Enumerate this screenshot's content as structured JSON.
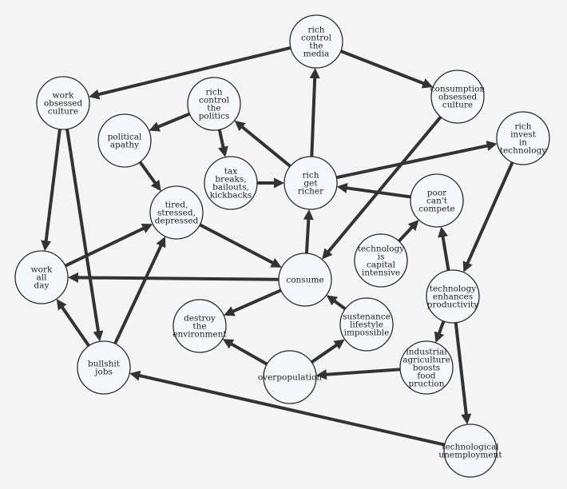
{
  "nodes": [
    {
      "id": "rich_media",
      "lines": [
        "rich",
        "control",
        "the",
        "media"
      ]
    },
    {
      "id": "work_obsessed",
      "lines": [
        "work",
        "obsessed",
        "culture"
      ]
    },
    {
      "id": "consumption_obsessed",
      "lines": [
        "consumption",
        "obsessed",
        "culture"
      ]
    },
    {
      "id": "rich_politics",
      "lines": [
        "rich",
        "control",
        "the",
        "politics"
      ]
    },
    {
      "id": "political_apathy",
      "lines": [
        "political",
        "apathy"
      ]
    },
    {
      "id": "rich_invest",
      "lines": [
        "rich",
        "invest",
        "in",
        "technology"
      ]
    },
    {
      "id": "tax_breaks",
      "lines": [
        "tax",
        "breaks,",
        "bailouts,",
        "kickbacks"
      ]
    },
    {
      "id": "rich_richer",
      "lines": [
        "rich",
        "get",
        "richer"
      ]
    },
    {
      "id": "tired",
      "lines": [
        "tired,",
        "stressed,",
        "depressed"
      ]
    },
    {
      "id": "poor_compete",
      "lines": [
        "poor",
        "can't",
        "compete"
      ]
    },
    {
      "id": "tech_capital",
      "lines": [
        "technology",
        "is",
        "capital",
        "intensive"
      ]
    },
    {
      "id": "work_all_day",
      "lines": [
        "work",
        "all",
        "day"
      ]
    },
    {
      "id": "consume",
      "lines": [
        "consume"
      ]
    },
    {
      "id": "tech_productivity",
      "lines": [
        "technology",
        "enhances",
        "productivity"
      ]
    },
    {
      "id": "destroy_env",
      "lines": [
        "destroy",
        "the",
        "environment"
      ]
    },
    {
      "id": "sustenance",
      "lines": [
        "sustenance",
        "lifestyle",
        "impossible"
      ]
    },
    {
      "id": "industrial_ag",
      "lines": [
        "industrial",
        "agriculture",
        "boosts",
        "food",
        "pruction"
      ]
    },
    {
      "id": "bullshit_jobs",
      "lines": [
        "bullshit",
        "jobs"
      ]
    },
    {
      "id": "overpopulation",
      "lines": [
        "overpopulation"
      ]
    },
    {
      "id": "tech_unemployment",
      "lines": [
        "technological",
        "unemployment"
      ]
    }
  ],
  "edges": [
    [
      "rich_media",
      "work_obsessed"
    ],
    [
      "rich_media",
      "consumption_obsessed"
    ],
    [
      "rich_politics",
      "political_apathy"
    ],
    [
      "rich_politics",
      "tax_breaks"
    ],
    [
      "tax_breaks",
      "rich_richer"
    ],
    [
      "rich_richer",
      "rich_media"
    ],
    [
      "rich_richer",
      "rich_politics"
    ],
    [
      "rich_richer",
      "rich_invest"
    ],
    [
      "political_apathy",
      "tired"
    ],
    [
      "tired",
      "consume"
    ],
    [
      "work_obsessed",
      "work_all_day"
    ],
    [
      "work_obsessed",
      "bullshit_jobs"
    ],
    [
      "work_all_day",
      "tired"
    ],
    [
      "consume",
      "work_all_day"
    ],
    [
      "consume",
      "rich_richer"
    ],
    [
      "consume",
      "destroy_env"
    ],
    [
      "consumption_obsessed",
      "consume"
    ],
    [
      "poor_compete",
      "rich_richer"
    ],
    [
      "tech_capital",
      "poor_compete"
    ],
    [
      "rich_invest",
      "tech_productivity"
    ],
    [
      "tech_productivity",
      "poor_compete"
    ],
    [
      "tech_productivity",
      "industrial_ag"
    ],
    [
      "tech_productivity",
      "tech_unemployment"
    ],
    [
      "industrial_ag",
      "overpopulation"
    ],
    [
      "overpopulation",
      "destroy_env"
    ],
    [
      "overpopulation",
      "sustenance"
    ],
    [
      "sustenance",
      "consume"
    ],
    [
      "bullshit_jobs",
      "work_all_day"
    ],
    [
      "bullshit_jobs",
      "tired"
    ],
    [
      "tech_unemployment",
      "bullshit_jobs"
    ]
  ]
}
